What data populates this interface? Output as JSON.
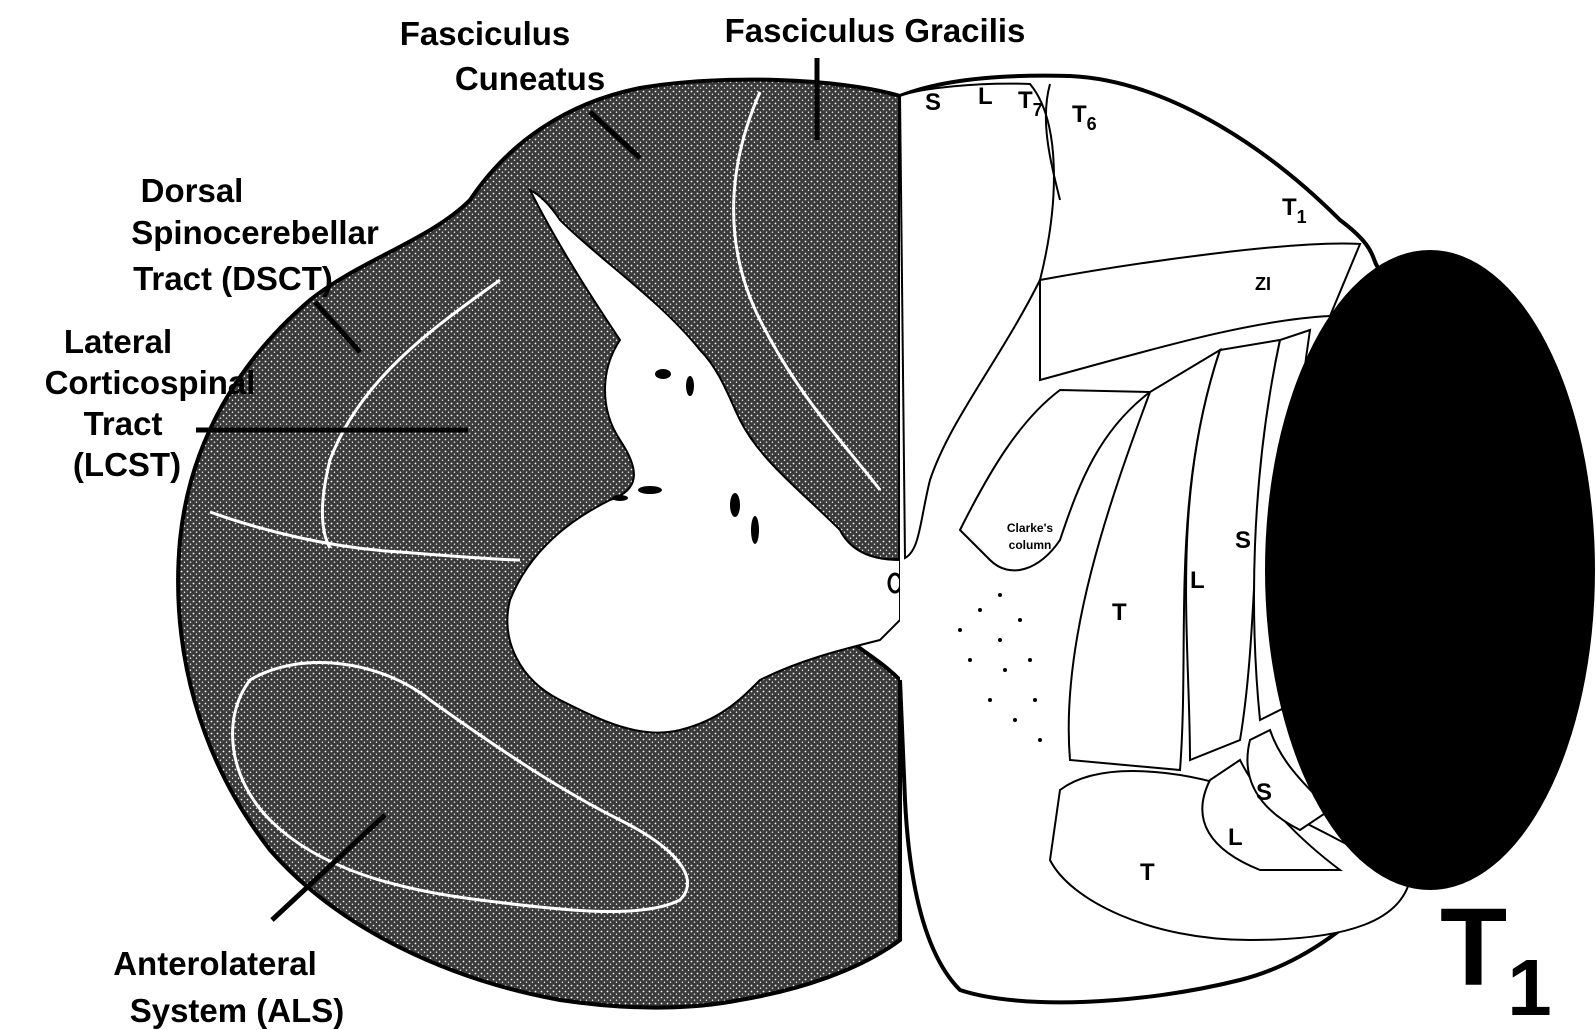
{
  "diagram": {
    "level_label": "T",
    "level_subscript": "1",
    "colors": {
      "stipple_fill": "#333333",
      "outline": "#000000",
      "background": "#ffffff"
    },
    "left_labels": {
      "fasciculus_cuneatus": [
        "Fasciculus",
        "Cuneatus"
      ],
      "fasciculus_gracilis": "Fasciculus Gracilis",
      "dsct": [
        "Dorsal",
        "Spinocerebellar",
        "Tract (DSCT)"
      ],
      "lcst": [
        "Lateral",
        "Corticospinal",
        "Tract",
        "(LCST)"
      ],
      "als": [
        "Anterolateral",
        "System (ALS)"
      ]
    },
    "right_labels": {
      "dorsal_s": "S",
      "dorsal_l": "L",
      "dorsal_t7": "T",
      "dorsal_t7_sub": "7",
      "dorsal_t6": "T",
      "dorsal_t6_sub": "6",
      "t1": "T",
      "t1_sub": "1",
      "zi": "ZI",
      "clarkes_column": [
        "Clarke's",
        "column"
      ],
      "lat_s": "S",
      "lat_l": "L",
      "lat_t": "T",
      "ant_s": "S",
      "ant_l": "L",
      "ant_t": "T"
    }
  }
}
